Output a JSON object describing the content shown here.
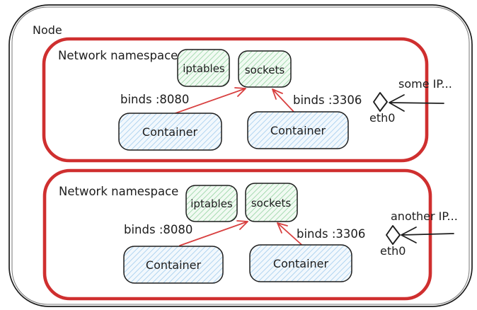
{
  "node_label": "Node",
  "namespaces": [
    {
      "label": "Network namespace",
      "iptables_label": "iptables",
      "sockets_label": "sockets",
      "bind_left": "binds :8080",
      "bind_right": "binds :3306",
      "container_left": "Container",
      "container_right": "Container",
      "ip_label": "some IP...",
      "interface_label": "eth0"
    },
    {
      "label": "Network namespace",
      "iptables_label": "iptables",
      "sockets_label": "sockets",
      "bind_left": "binds :8080",
      "bind_right": "binds :3306",
      "container_left": "Container",
      "container_right": "Container",
      "ip_label": "another IP...",
      "interface_label": "eth0"
    }
  ],
  "colors": {
    "namespace_border": "#cf2f2f",
    "arrow_red": "#d84040",
    "ink": "#1d1d1d",
    "green_box_bg": "#f1faf2",
    "green_hatch": "#8fd19d",
    "blue_box_bg": "#f2f8fd",
    "blue_hatch": "#9cc9ec"
  }
}
